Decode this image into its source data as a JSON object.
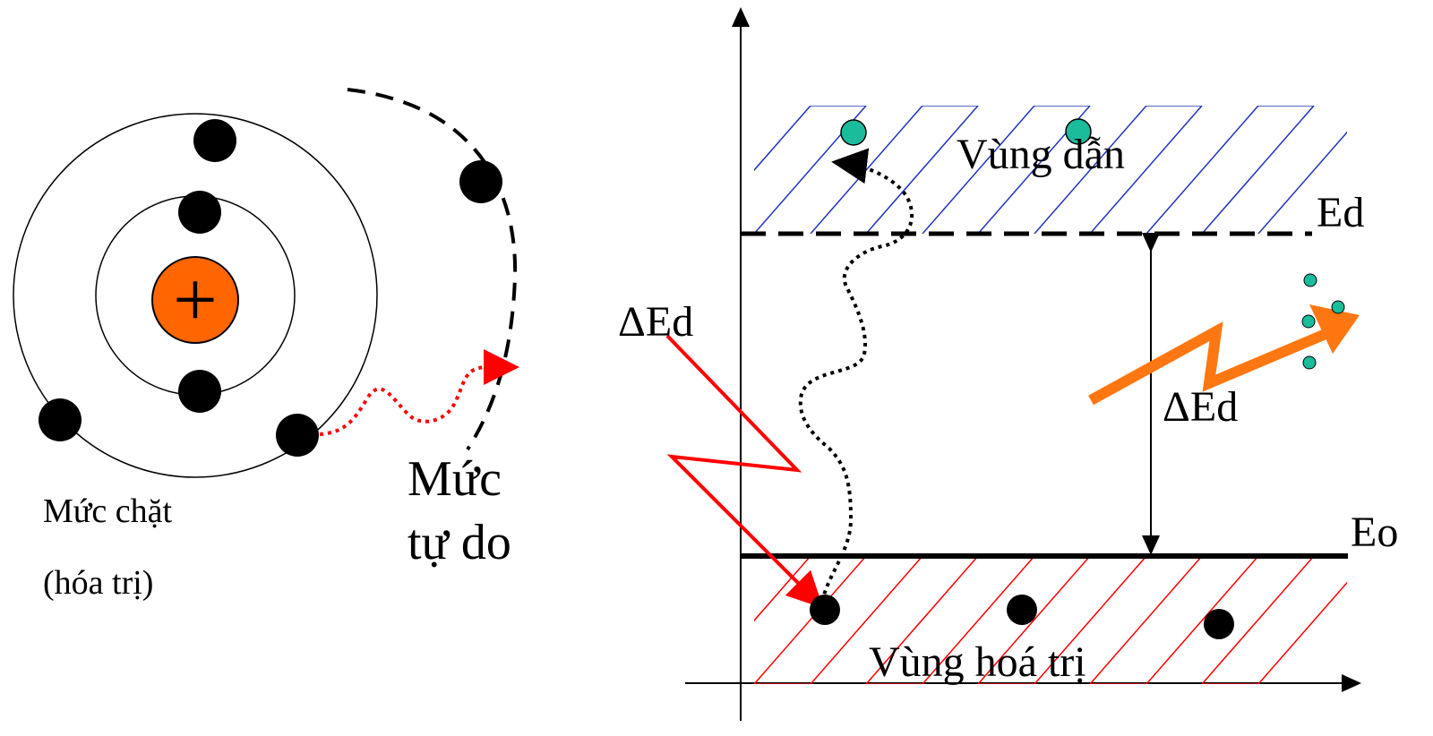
{
  "atom": {
    "nucleus_symbol": "+",
    "bound_level_label_line1": "Mức chặt",
    "bound_level_label_line2": "(hóa trị)",
    "free_level_label_line1": "Mức",
    "free_level_label_line2": "tự do"
  },
  "band_diagram": {
    "conduction_band_label": "Vùng dẫn",
    "valence_band_label": "Vùng hoá trị",
    "conduction_edge_label": "Ed",
    "valence_edge_label": "Eo",
    "gap_label_left": "ΔEd",
    "gap_label_right": "ΔEd"
  },
  "colors": {
    "nucleus_fill": "#ff6600",
    "electron": "#000000",
    "excited_electron": "#1abc9c",
    "conduction_hatch": "#2233bb",
    "valence_hatch": "#ff0000",
    "red_arrow": "#ff0000",
    "orange_arrow": "#ff7711"
  }
}
